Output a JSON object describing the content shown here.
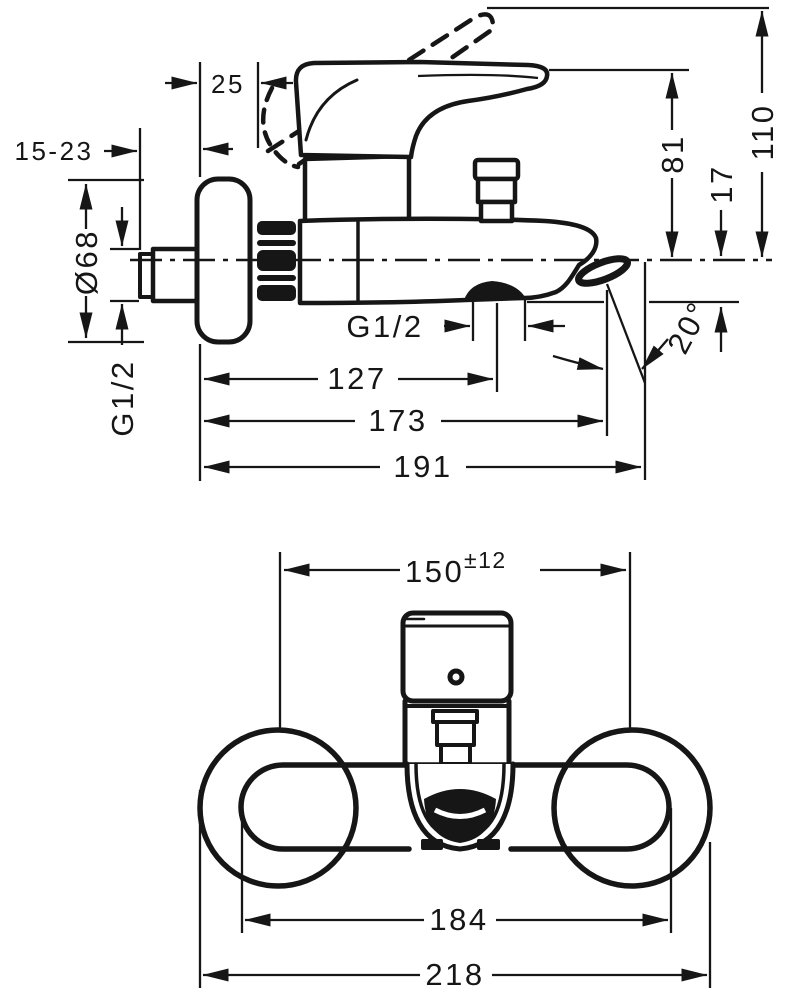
{
  "document": {
    "kind": "technical dimensional drawing",
    "subject": "wall-mounted single-lever bath mixer, side view and front view"
  },
  "colors": {
    "ink": "#161616",
    "paper": "#ffffff"
  },
  "top_view": {
    "dims": {
      "handle_clearance": "25",
      "mounting_depth_range": "15-23",
      "escutcheon_diameter": "Ø68",
      "supply_thread": "G1/2",
      "handle_open_height": "110",
      "handle_closed_height": "81",
      "outlet_drop": "17",
      "outlet_angle": "20°",
      "shower_outlet_thread": "G1/2",
      "reach_to_outlet": "127",
      "reach_to_spout_end": "173",
      "reach_overall": "191"
    }
  },
  "front_view": {
    "dims": {
      "supply_centers": "150",
      "supply_centers_tolerance": "±12",
      "body_width": "184",
      "overall_width": "218"
    }
  }
}
